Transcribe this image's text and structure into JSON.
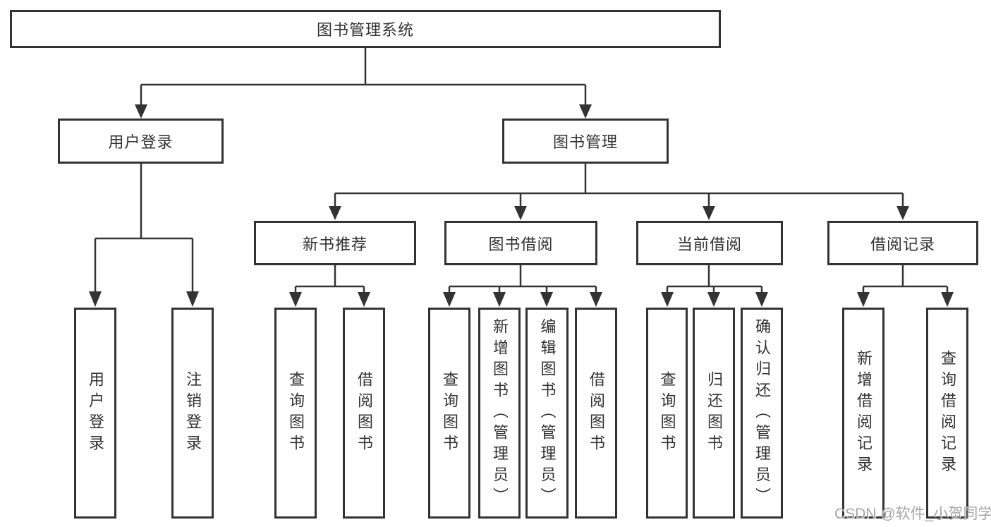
{
  "colors": {
    "line": "#333333",
    "border": "#333333",
    "text": "#333333",
    "background": "#ffffff",
    "watermark": "#a6a6a6"
  },
  "nodes": {
    "root": {
      "label": "图书管理系统"
    },
    "user_login": {
      "label": "用户登录"
    },
    "book_mgmt": {
      "label": "图书管理"
    },
    "new_book_rec": {
      "label": "新书推荐"
    },
    "book_borrow": {
      "label": "图书借阅"
    },
    "current_borrow": {
      "label": "当前借阅"
    },
    "borrow_records": {
      "label": "借阅记录"
    },
    "leaf_user_login": {
      "label": "用户登录"
    },
    "leaf_logout": {
      "label": "注销登录"
    },
    "leaf_nb_query": {
      "label": "查询图书"
    },
    "leaf_nb_borrow": {
      "label": "借阅图书"
    },
    "leaf_bb_query": {
      "label": "查询图书"
    },
    "leaf_bb_add": {
      "label": "新增图书（管理员）"
    },
    "leaf_bb_edit": {
      "label": "编辑图书（管理员）"
    },
    "leaf_bb_borrow": {
      "label": "借阅图书"
    },
    "leaf_cb_query": {
      "label": "查询图书"
    },
    "leaf_cb_return": {
      "label": "归还图书"
    },
    "leaf_cb_confirm": {
      "label": "确认归还（管理员）"
    },
    "leaf_br_add": {
      "label": "新增借阅记录"
    },
    "leaf_br_query": {
      "label": "查询借阅记录"
    }
  },
  "hierarchy": {
    "图书管理系统": [
      "用户登录",
      "图书管理"
    ],
    "用户登录": [
      "用户登录",
      "注销登录"
    ],
    "图书管理": [
      "新书推荐",
      "图书借阅",
      "当前借阅",
      "借阅记录"
    ],
    "新书推荐": [
      "查询图书",
      "借阅图书"
    ],
    "图书借阅": [
      "查询图书",
      "新增图书（管理员）",
      "编辑图书（管理员）",
      "借阅图书"
    ],
    "当前借阅": [
      "查询图书",
      "归还图书",
      "确认归还（管理员）"
    ],
    "借阅记录": [
      "新增借阅记录",
      "查询借阅记录"
    ]
  },
  "watermark": {
    "text": "CSDN @软件_小贺同学"
  }
}
